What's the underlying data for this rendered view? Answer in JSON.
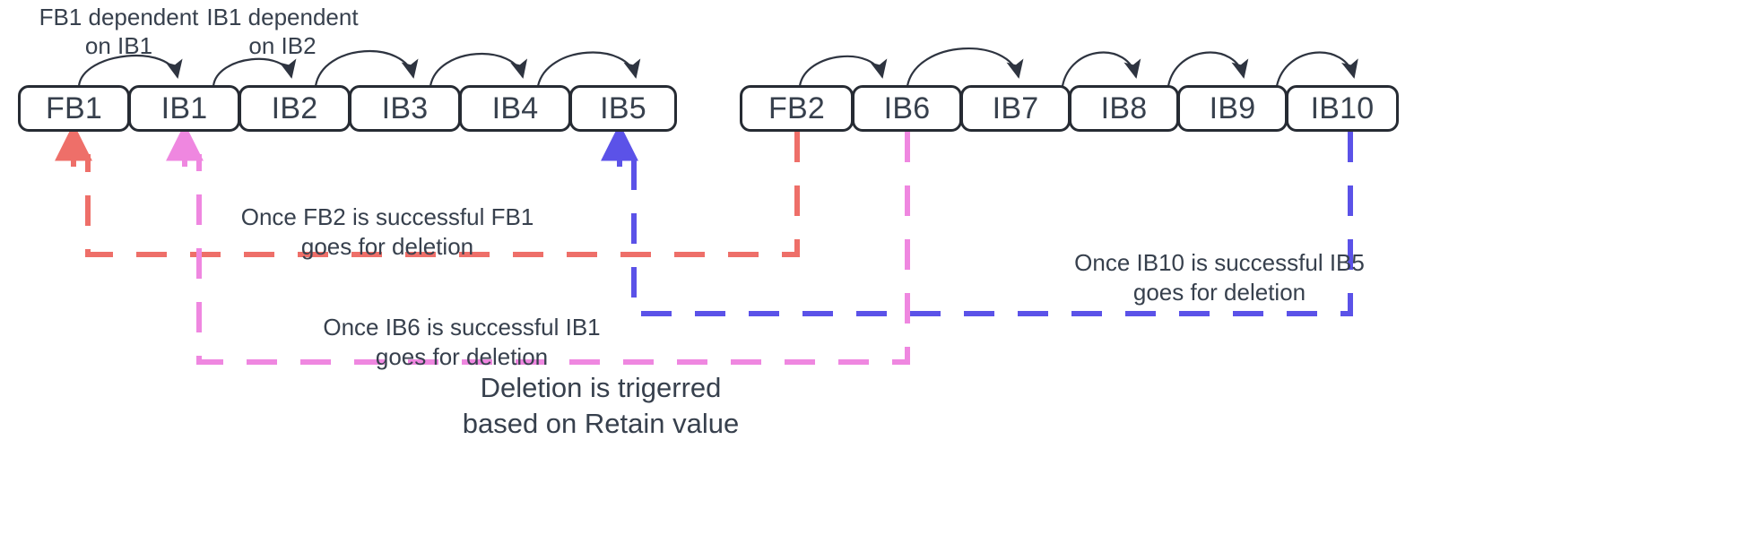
{
  "diagram": {
    "title_caption": "Deletion is trigerred\nbased on Retain value",
    "groups": [
      {
        "name": "group-left",
        "boxes": [
          {
            "label": "FB1"
          },
          {
            "label": "IB1"
          },
          {
            "label": "IB2"
          },
          {
            "label": "IB3"
          },
          {
            "label": "IB4"
          },
          {
            "label": "IB5"
          }
        ]
      },
      {
        "name": "group-right",
        "boxes": [
          {
            "label": "FB2"
          },
          {
            "label": "IB6"
          },
          {
            "label": "IB7"
          },
          {
            "label": "IB8"
          },
          {
            "label": "IB9"
          },
          {
            "label": "IB10"
          }
        ]
      }
    ],
    "dependency_labels": [
      {
        "text": "FB1 dependent\non IB1"
      },
      {
        "text": "IB1 dependent\non IB2"
      }
    ],
    "annotations": [
      {
        "id": "red-note",
        "text": "Once FB2 is successful FB1\ngoes for deletion",
        "color": "#ee6f69"
      },
      {
        "id": "pink-note",
        "text": "Once IB6 is successful IB1\ngoes for deletion",
        "color": "#ef87e0"
      },
      {
        "id": "blue-note",
        "text": "Once IB10 is successful IB5\ngoes for deletion",
        "color": "#5b52e8"
      }
    ],
    "colors": {
      "box_border": "#262b33",
      "text": "#37404d",
      "arrow": "#2e3440",
      "red_dashed": "#ee6f69",
      "pink_dashed": "#ef87e0",
      "blue_dashed": "#5b52e8",
      "background": "#ffffff"
    }
  }
}
